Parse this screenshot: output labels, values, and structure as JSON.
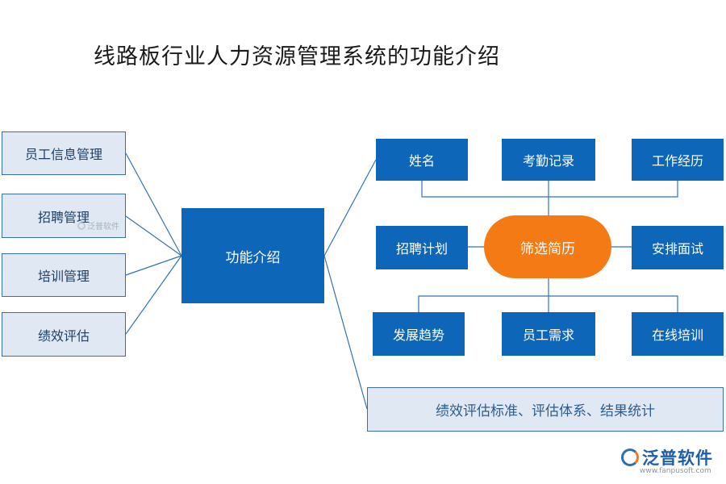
{
  "title": "线路板行业人力资源管理系统的功能介绍",
  "left_items": [
    "员工信息管理",
    "招聘管理",
    "培训管理",
    "绩效评估"
  ],
  "center": "功能介绍",
  "top_row": [
    "姓名",
    "考勤记录",
    "工作经历"
  ],
  "middle_row": {
    "left": "招聘计划",
    "hub": "筛选简历",
    "right": "安排面试"
  },
  "bottom_row": [
    "发展趋势",
    "员工需求",
    "在线培训"
  ],
  "bottom_wide": "绩效评估标准、评估体系、结果统计",
  "watermark_small": "泛普软件",
  "logo": {
    "name": "泛普软件",
    "url": "www.fanpusoft.com"
  },
  "colors": {
    "dark_blue": "#0e66b8",
    "light_blue": "#dfe8f3",
    "orange": "#f47a16",
    "line": "#2f74b5"
  }
}
